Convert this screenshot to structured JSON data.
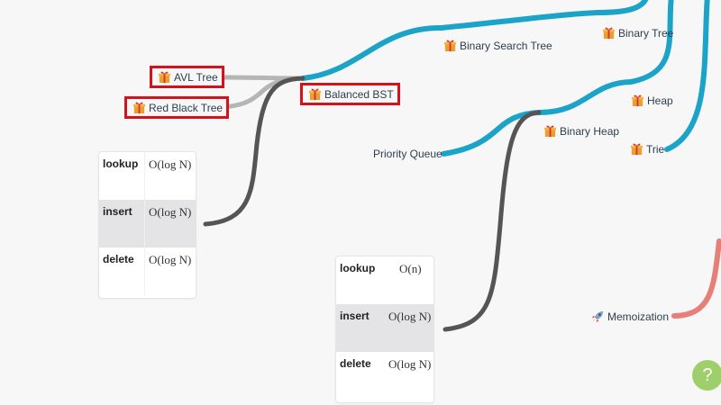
{
  "nodes": {
    "avl_tree": "AVL Tree",
    "red_black_tree": "Red Black Tree",
    "balanced_bst": "Balanced BST",
    "binary_search_tree": "Binary Search Tree",
    "binary_tree": "Binary Tree",
    "heap": "Heap",
    "trie": "Trie",
    "binary_heap": "Binary Heap",
    "priority_queue": "Priority Queue",
    "memoization": "Memoization"
  },
  "complexity_left": [
    {
      "op": "lookup",
      "value": "O(log N)"
    },
    {
      "op": "insert",
      "value": "O(log N)"
    },
    {
      "op": "delete",
      "value": "O(log N)"
    }
  ],
  "complexity_mid": [
    {
      "op": "lookup",
      "value": "O(n)"
    },
    {
      "op": "insert",
      "value": "O(log N)"
    },
    {
      "op": "delete",
      "value": "O(log N)"
    }
  ],
  "help": {
    "label": "?"
  },
  "icons": {
    "topic": "gift-icon",
    "memoization": "rocket-icon",
    "help": "question-icon"
  },
  "colors": {
    "branch_main": "#1ba3c8",
    "branch_dark": "#555555",
    "branch_light": "#b5b5b5",
    "branch_memo": "#e67f78",
    "highlight_border": "#d5111b",
    "help_button": "#9ecf6a"
  }
}
